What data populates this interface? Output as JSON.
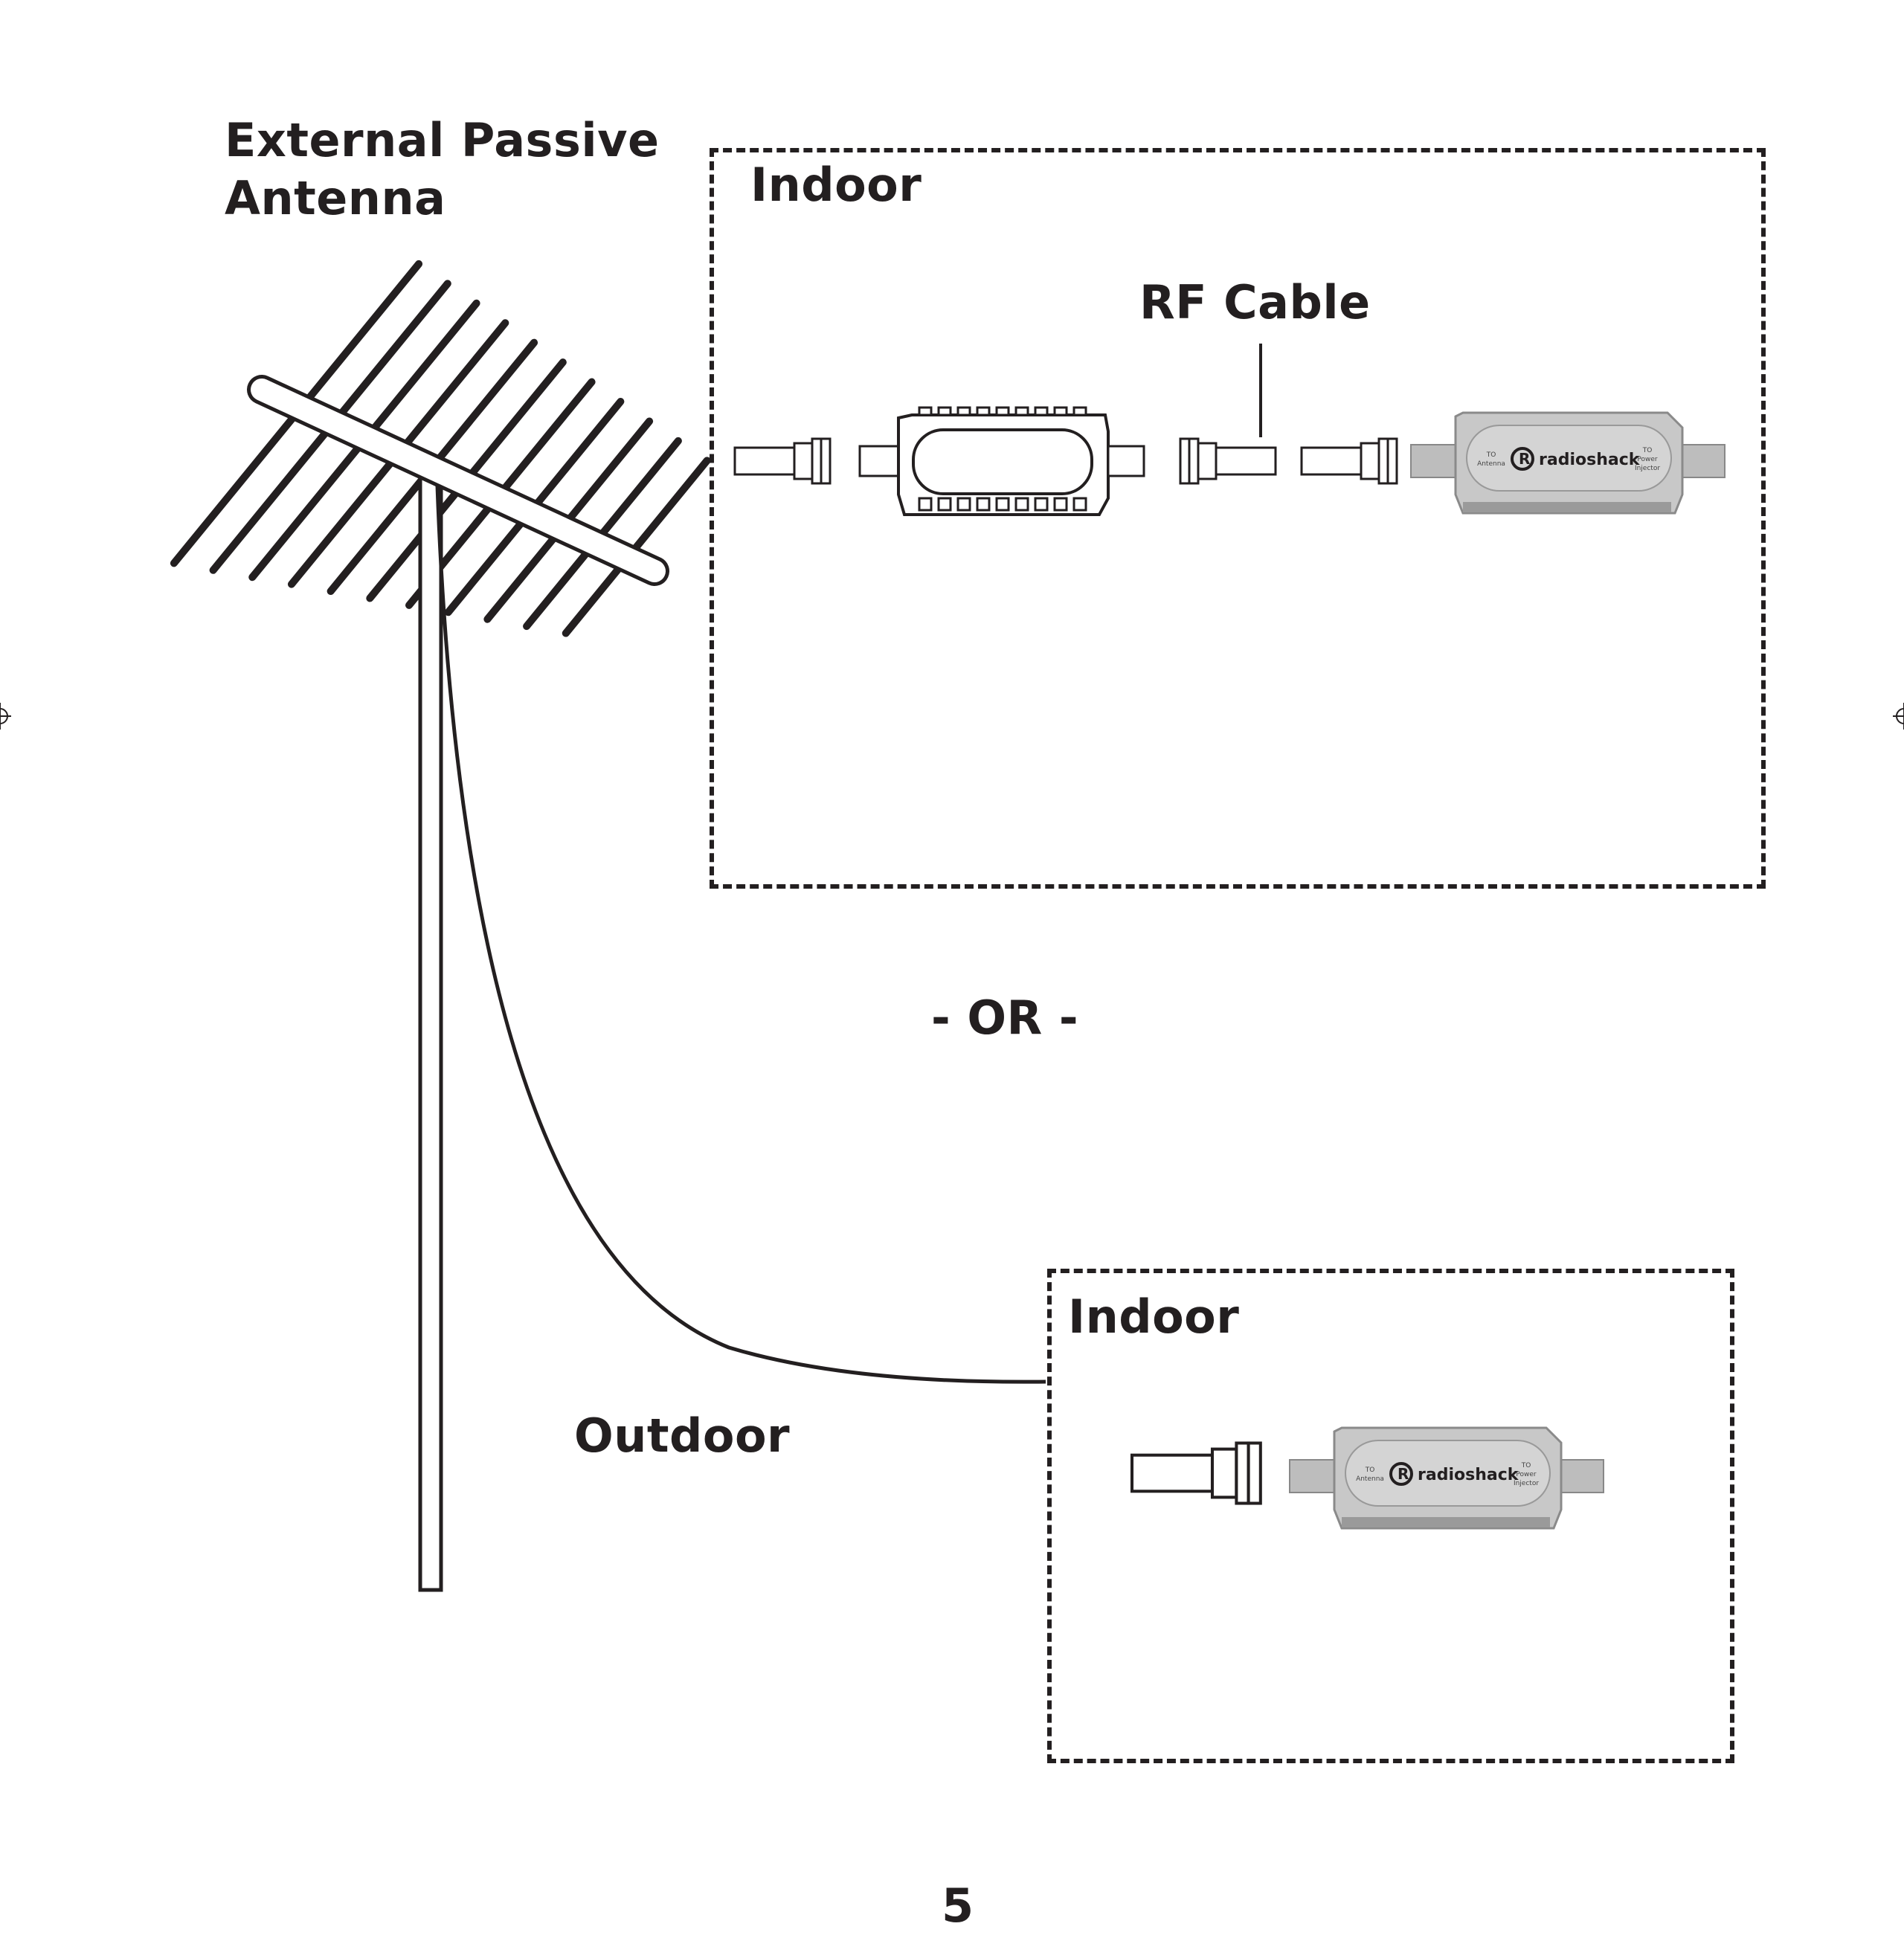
{
  "antenna_label": {
    "line1": "External Passive",
    "line2": "Antenna"
  },
  "indoor_box_top": {
    "title": "Indoor",
    "cable_label": "RF Cable"
  },
  "separator": "- OR -",
  "indoor_box_bottom": {
    "title": "Indoor"
  },
  "outdoor_label": "Outdoor",
  "device": {
    "brand": "radioshack",
    "left_port_line1": "TO",
    "left_port_line2": "Antenna",
    "right_port_line1": "TO",
    "right_port_line2": "Power",
    "right_port_line3": "Injector"
  },
  "page_number": "5",
  "colors": {
    "ink": "#231f20",
    "device_metal": "#c8c8c8",
    "device_shade": "#9a9a9a"
  }
}
